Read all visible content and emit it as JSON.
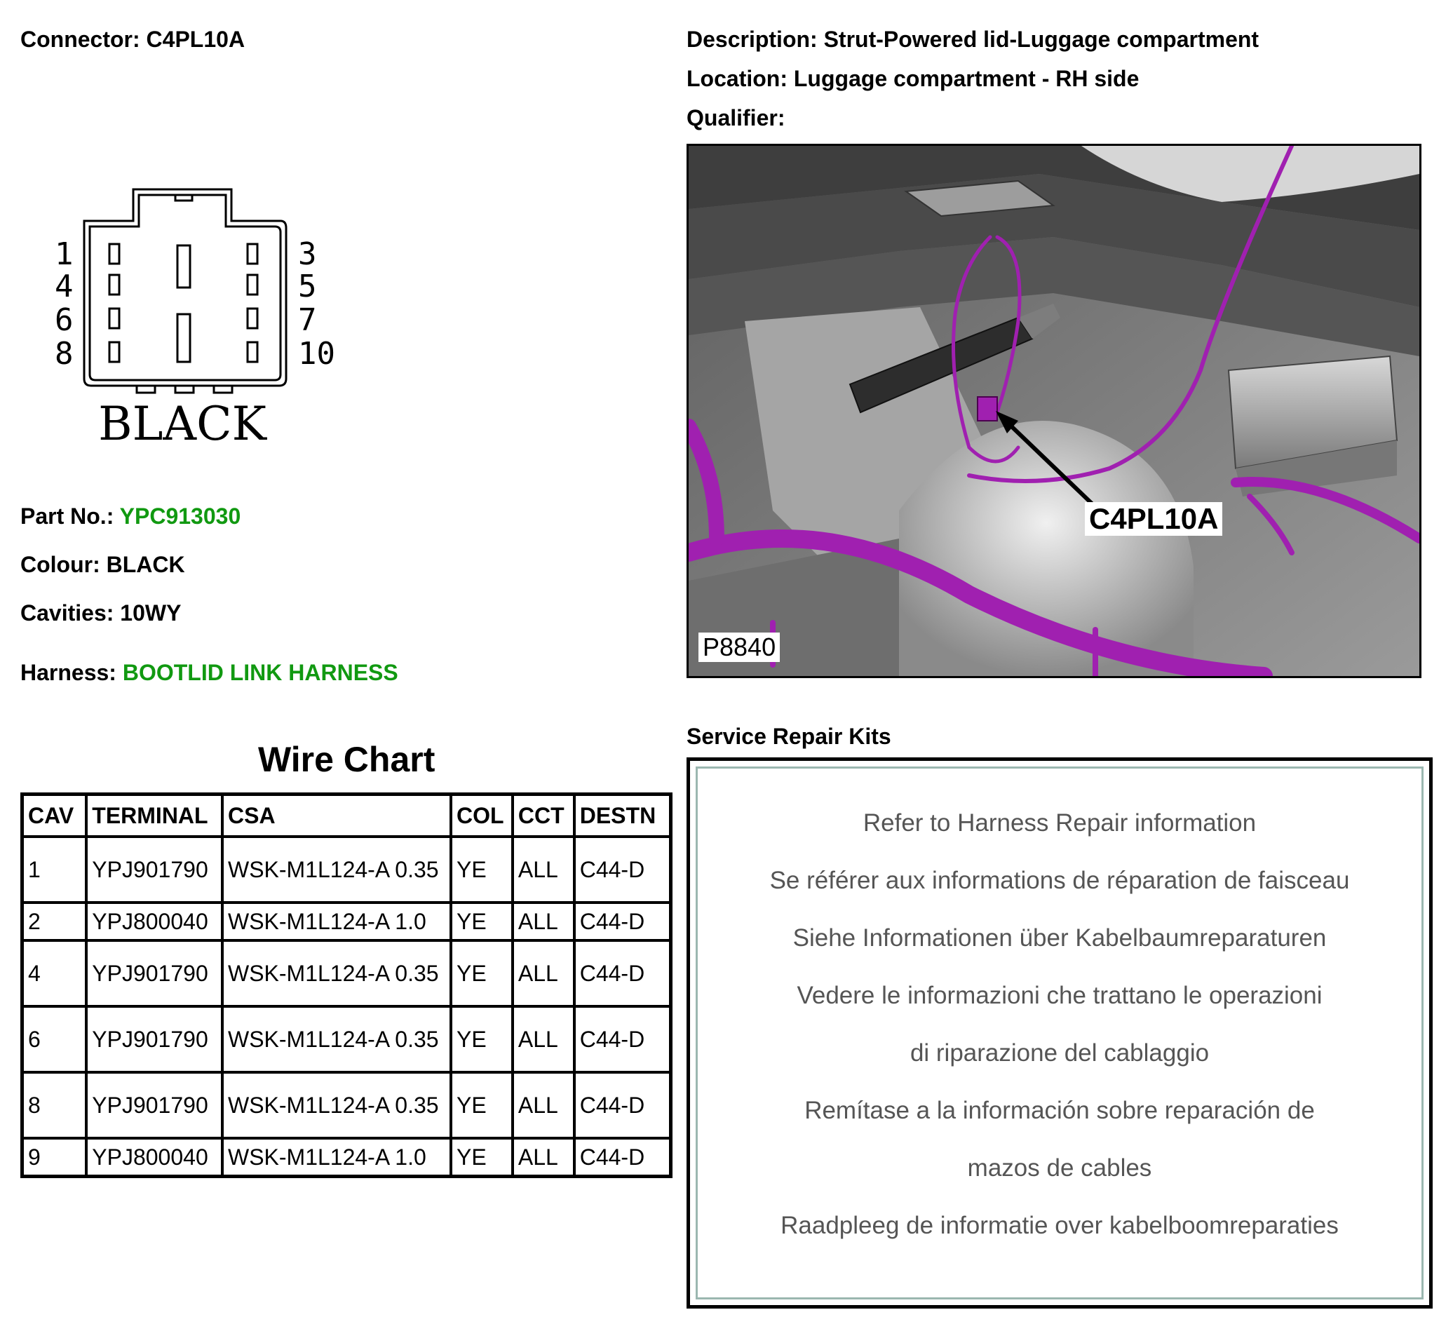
{
  "connector": {
    "label": "Connector:",
    "value": "C4PL10A"
  },
  "description": {
    "label": "Description:",
    "value": "Strut-Powered lid-Luggage compartment"
  },
  "location": {
    "label": "Location:",
    "value": "Luggage compartment - RH side"
  },
  "qualifier": {
    "label": "Qualifier:",
    "value": ""
  },
  "connector_face": {
    "pins_left": [
      "1",
      "4",
      "6",
      "8"
    ],
    "pins_right": [
      "3",
      "5",
      "7",
      "10"
    ],
    "color_label": "BLACK"
  },
  "part_no": {
    "label": "Part No.:",
    "value": "YPC913030",
    "value_color": "#119911"
  },
  "colour": {
    "label": "Colour:",
    "value": "BLACK"
  },
  "cavities": {
    "label": "Cavities:",
    "value": "10WY"
  },
  "harness": {
    "label": "Harness:",
    "value": "BOOTLID LINK HARNESS",
    "value_color": "#119911"
  },
  "wire_chart": {
    "title": "Wire Chart",
    "headers": [
      "CAV",
      "TERMINAL",
      "CSA",
      "COL",
      "CCT",
      "DESTN"
    ],
    "rows": [
      {
        "cav": "1",
        "terminal": "YPJ901790",
        "csa": "WSK-M1L124-A 0.35",
        "col": "YE",
        "cct": "ALL",
        "destn": "C44-D"
      },
      {
        "cav": "2",
        "terminal": "YPJ800040",
        "csa": "WSK-M1L124-A 1.0",
        "col": "YE",
        "cct": "ALL",
        "destn": "C44-D"
      },
      {
        "cav": "4",
        "terminal": "YPJ901790",
        "csa": "WSK-M1L124-A 0.35",
        "col": "YE",
        "cct": "ALL",
        "destn": "C44-D"
      },
      {
        "cav": "6",
        "terminal": "YPJ901790",
        "csa": "WSK-M1L124-A 0.35",
        "col": "YE",
        "cct": "ALL",
        "destn": "C44-D"
      },
      {
        "cav": "8",
        "terminal": "YPJ901790",
        "csa": "WSK-M1L124-A 0.35",
        "col": "YE",
        "cct": "ALL",
        "destn": "C44-D"
      },
      {
        "cav": "9",
        "terminal": "YPJ800040",
        "csa": "WSK-M1L124-A 1.0",
        "col": "YE",
        "cct": "ALL",
        "destn": "C44-D"
      }
    ]
  },
  "photo": {
    "callout": "C4PL10A",
    "figure_id": "P8840",
    "harness_color": "#a020b0"
  },
  "service_repair_kits": {
    "title": "Service Repair Kits",
    "lines": [
      "Refer to Harness Repair information",
      "Se référer aux informations de réparation de faisceau",
      "Siehe Informationen über Kabelbaumreparaturen",
      "Vedere le informazioni che trattano le operazioni",
      "di riparazione del cablaggio",
      "Remítase a la información sobre reparación de",
      "mazos de cables",
      "Raadpleeg de informatie over kabelboomreparaties"
    ]
  }
}
